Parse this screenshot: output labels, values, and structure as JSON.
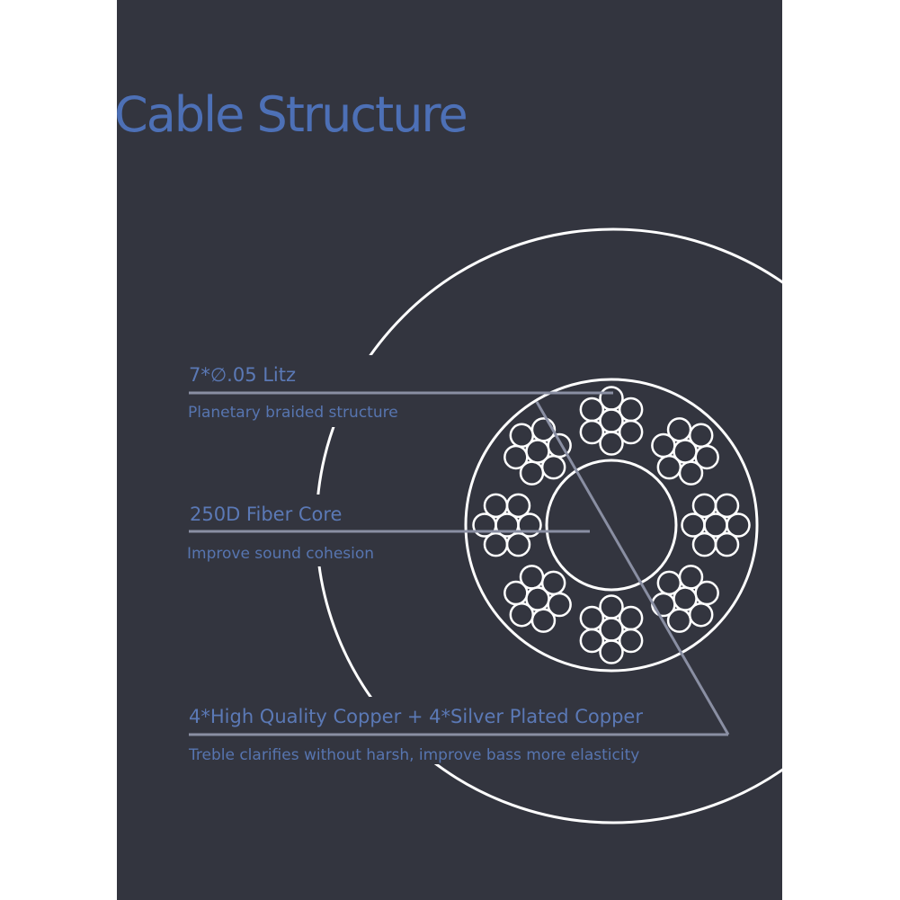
{
  "title": "Cable Structure",
  "labels": [
    {
      "heading": "7*∅.05 Litz",
      "description": "Planetary braided structure"
    },
    {
      "heading": "250D Fiber Core",
      "description": "Improve sound cohesion"
    },
    {
      "heading": "4*High Quality Copper + 4*Silver Plated Copper",
      "description": "Treble clarifies without harsh, improve bass more elasticity"
    }
  ],
  "structure": {
    "bundle_count": 8,
    "strands_per_bundle": 7
  },
  "colors": {
    "panel": "#33353f",
    "title": "#4d70b6",
    "text": "#5b79b6",
    "line": "#8a8fa3",
    "stroke": "#ffffff"
  }
}
